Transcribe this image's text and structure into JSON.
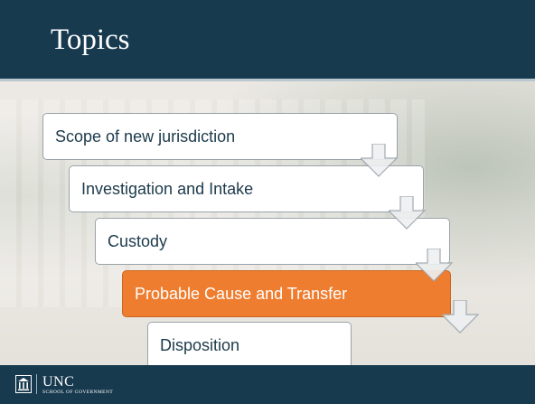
{
  "slide": {
    "title": "Topics",
    "steps": [
      {
        "label": "Scope of new jurisdiction",
        "active": false
      },
      {
        "label": "Investigation and Intake",
        "active": false
      },
      {
        "label": "Custody",
        "active": false
      },
      {
        "label": "Probable Cause and Transfer",
        "active": true
      },
      {
        "label": "Disposition",
        "active": false
      }
    ]
  },
  "footer": {
    "logo_name": "UNC",
    "logo_sub": "SCHOOL OF GOVERNMENT",
    "logo_icon": "building-column-icon"
  },
  "colors": {
    "header": "#183a4f",
    "active_step": "#ef7d2f",
    "step_text": "#1c3a4b"
  }
}
